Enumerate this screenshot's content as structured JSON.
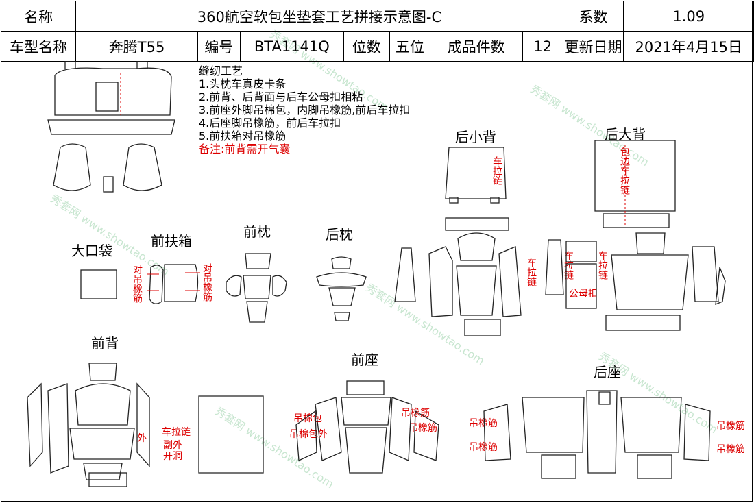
{
  "header": {
    "name_label": "名称",
    "title": "360航空软包坐垫套工艺拼接示意图-C",
    "coef_label": "系数",
    "coef_value": "1.09",
    "model_label": "车型名称",
    "model_value": "奔腾T55",
    "code_label": "编号",
    "code_value": "BTA1141Q",
    "seats_label": "位数",
    "seats_value": "五位",
    "pieces_label": "成品件数",
    "pieces_value": "12",
    "date_label": "更新日期",
    "date_value": "2021年4月15日"
  },
  "notes": {
    "title": "缝纫工艺",
    "items": [
      "1.头枕车真皮卡条",
      "2.前背、后背面与后车公母扣相粘",
      "3.前座外脚吊棉包，内脚吊橡筋,前后车拉扣",
      "4.后座脚吊橡筋，前后车拉扣",
      "5.前扶箱对吊橡筋"
    ],
    "remark": "备注:前背需开气囊"
  },
  "sections": {
    "rear_small_back": "后小背",
    "rear_big_back": "后大背",
    "big_pocket": "大口袋",
    "front_armrest": "前扶箱",
    "front_headrest": "前枕",
    "rear_headrest": "后枕",
    "front_back": "前背",
    "front_seat": "前座",
    "rear_seat": "后座"
  },
  "annotations": {
    "zip": "车拉链",
    "edge_zip": "包边车拉链",
    "snap": "公母扣",
    "hang_elastic": "对吊橡筋",
    "cotton_bag": "吊棉包",
    "cotton_bag_outer": "吊棉包外",
    "elastic": "吊橡筋",
    "outer": "外",
    "zip_vertical": "车拉链",
    "sub_outer": "副外",
    "open_hole": "开洞"
  },
  "watermark": {
    "brand": "秀套网",
    "url": "www.showtao.com"
  }
}
